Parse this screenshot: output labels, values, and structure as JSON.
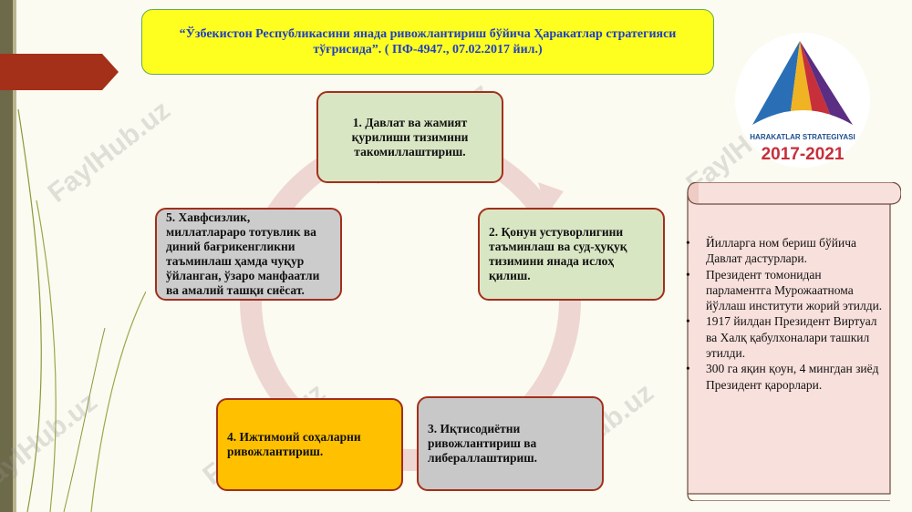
{
  "title": "“Ўзбекистон Республикасини янада ривожлантириш бўйича Ҳаракатлар стратегияси тўғрисида”. ( ПФ-4947., 07.02.2017 йил.)",
  "steps": [
    "1. Давлат ва жамият қурилиши тизимини такомиллаштириш.",
    "2. Қонун устуворлигини таъминлаш ва суд-ҳуқуқ тизимини янада ислоҳ қилиш.",
    "3. Иқтисодиётни ривожлантириш ва либераллаштириш.",
    "4.  Ижтимоий соҳаларни ривожлантириш.",
    "5. Хавфсизлик, миллатлараро тотувлик ва диний бағрикенгликни таъминлаш ҳамда чуқур ўйланган, ўзаро манфаатли ва амалий ташқи сиёсат."
  ],
  "logo": {
    "name": "HARAKATLAR STRATEGIYASI",
    "years": "2017-2021"
  },
  "notes": [
    "Йилларга ном бериш бўйича Давлат дастурлари.",
    "Президент томонидан парламентга Мурожаатнома йўллаш институти жорий этилди.",
    "1917 йилдан Президент Виртуал ва Халқ қабулхоналари ташкил этилди.",
    "300 га яқин қоун, 4 мингдан зиёд Президент қарорлари."
  ],
  "watermark": "FaylHub.uz"
}
